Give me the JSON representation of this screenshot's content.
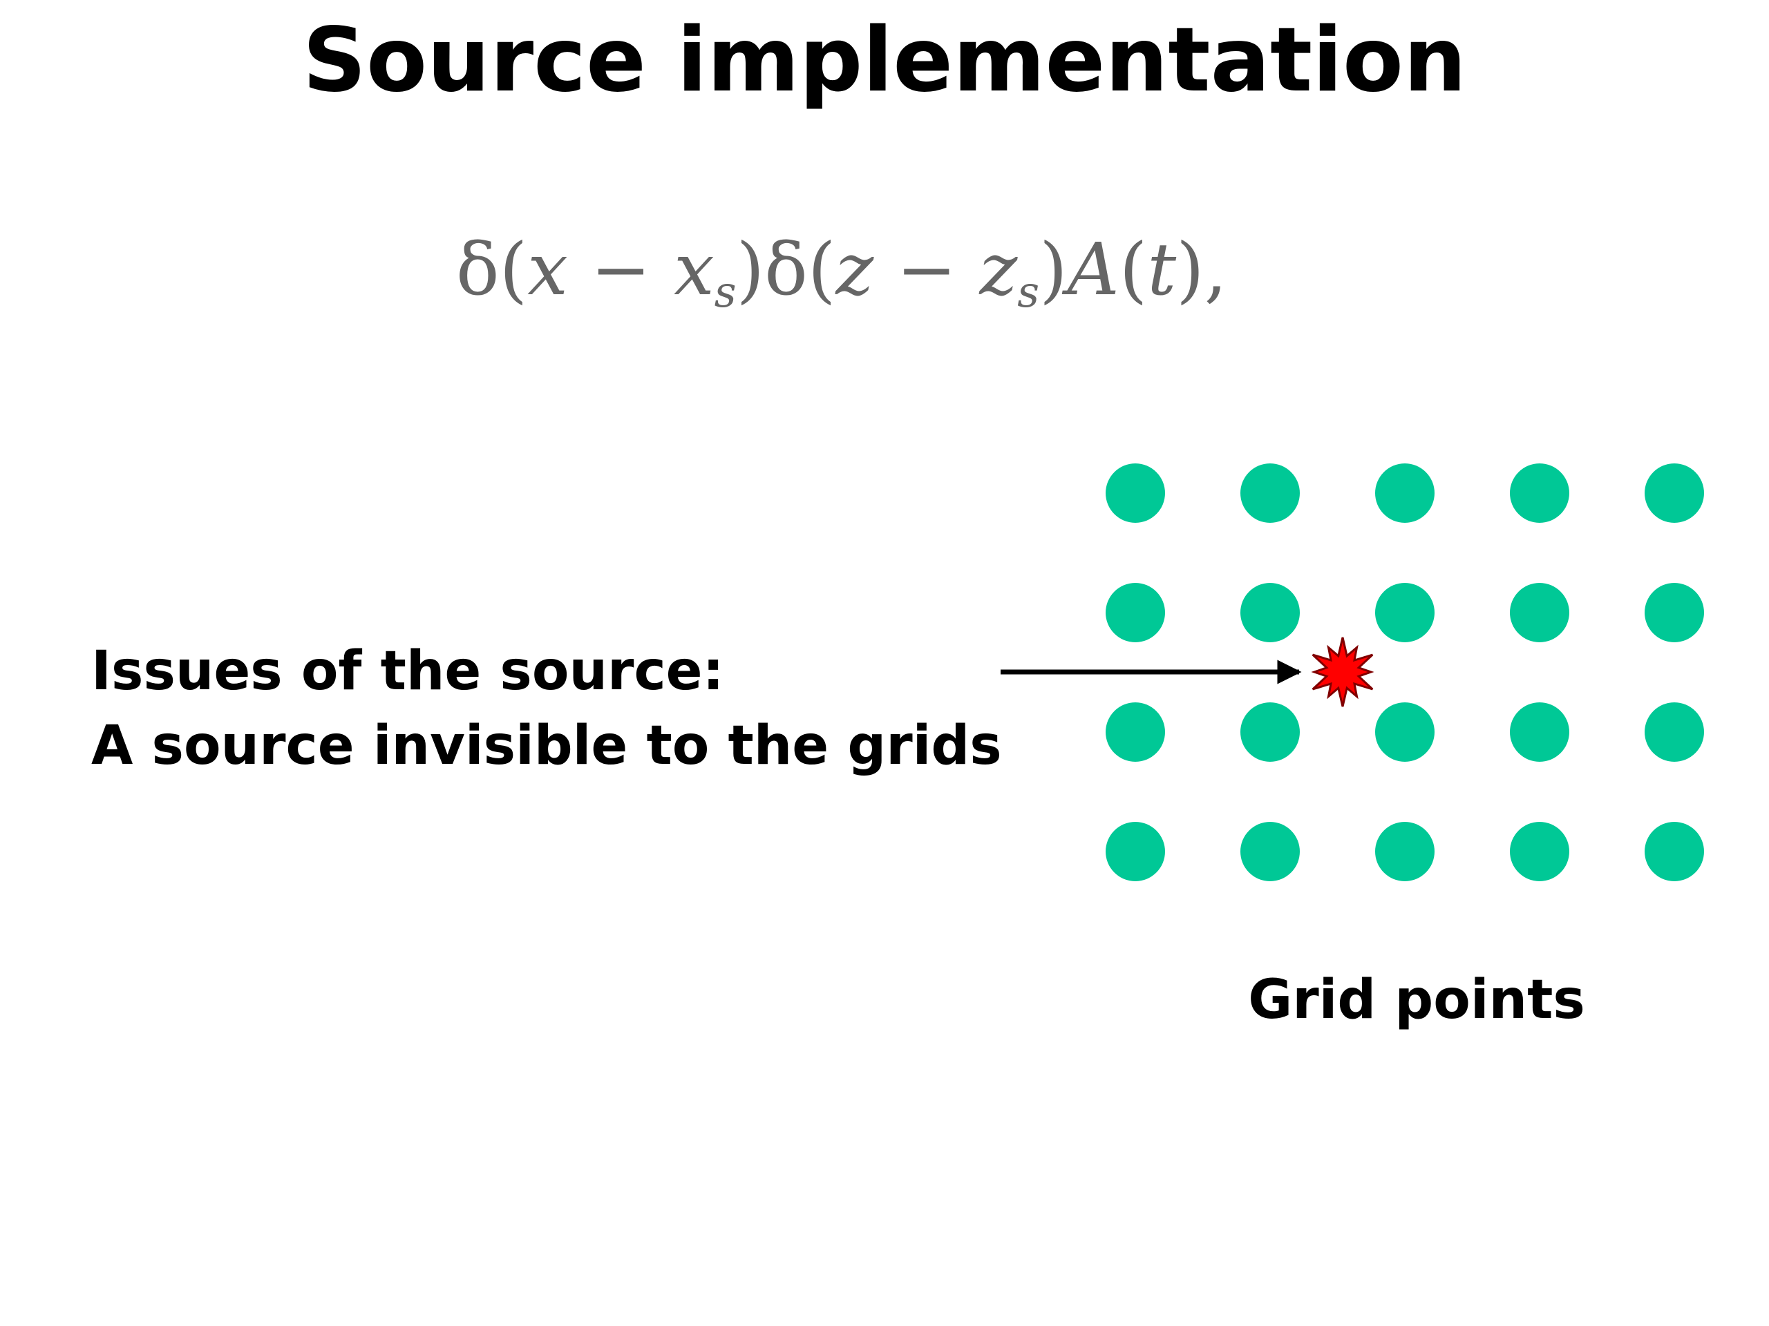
{
  "slide": {
    "title": "Source implementation"
  },
  "formula": {
    "delta1": "δ",
    "open1": "(",
    "x": "x",
    "minus1": " − ",
    "xs_base": "x",
    "xs_sub": "s",
    "close1": ")",
    "delta2": "δ",
    "open2": "(",
    "z": "z",
    "minus2": " − ",
    "zs_base": "z",
    "zs_sub": "s",
    "close2": ")",
    "A": "A",
    "open3": "(",
    "t": "t",
    "close3": ")",
    "comma": ","
  },
  "issue": {
    "line1": "Issues of the source:",
    "line2": "A source invisible to the grids"
  },
  "grid": {
    "caption": "Grid points",
    "rows": 4,
    "cols": 5,
    "point_color": "#00c896"
  },
  "source": {
    "color": "#ff0000",
    "outline": "#800000"
  },
  "arrow": {
    "color": "#000000"
  }
}
